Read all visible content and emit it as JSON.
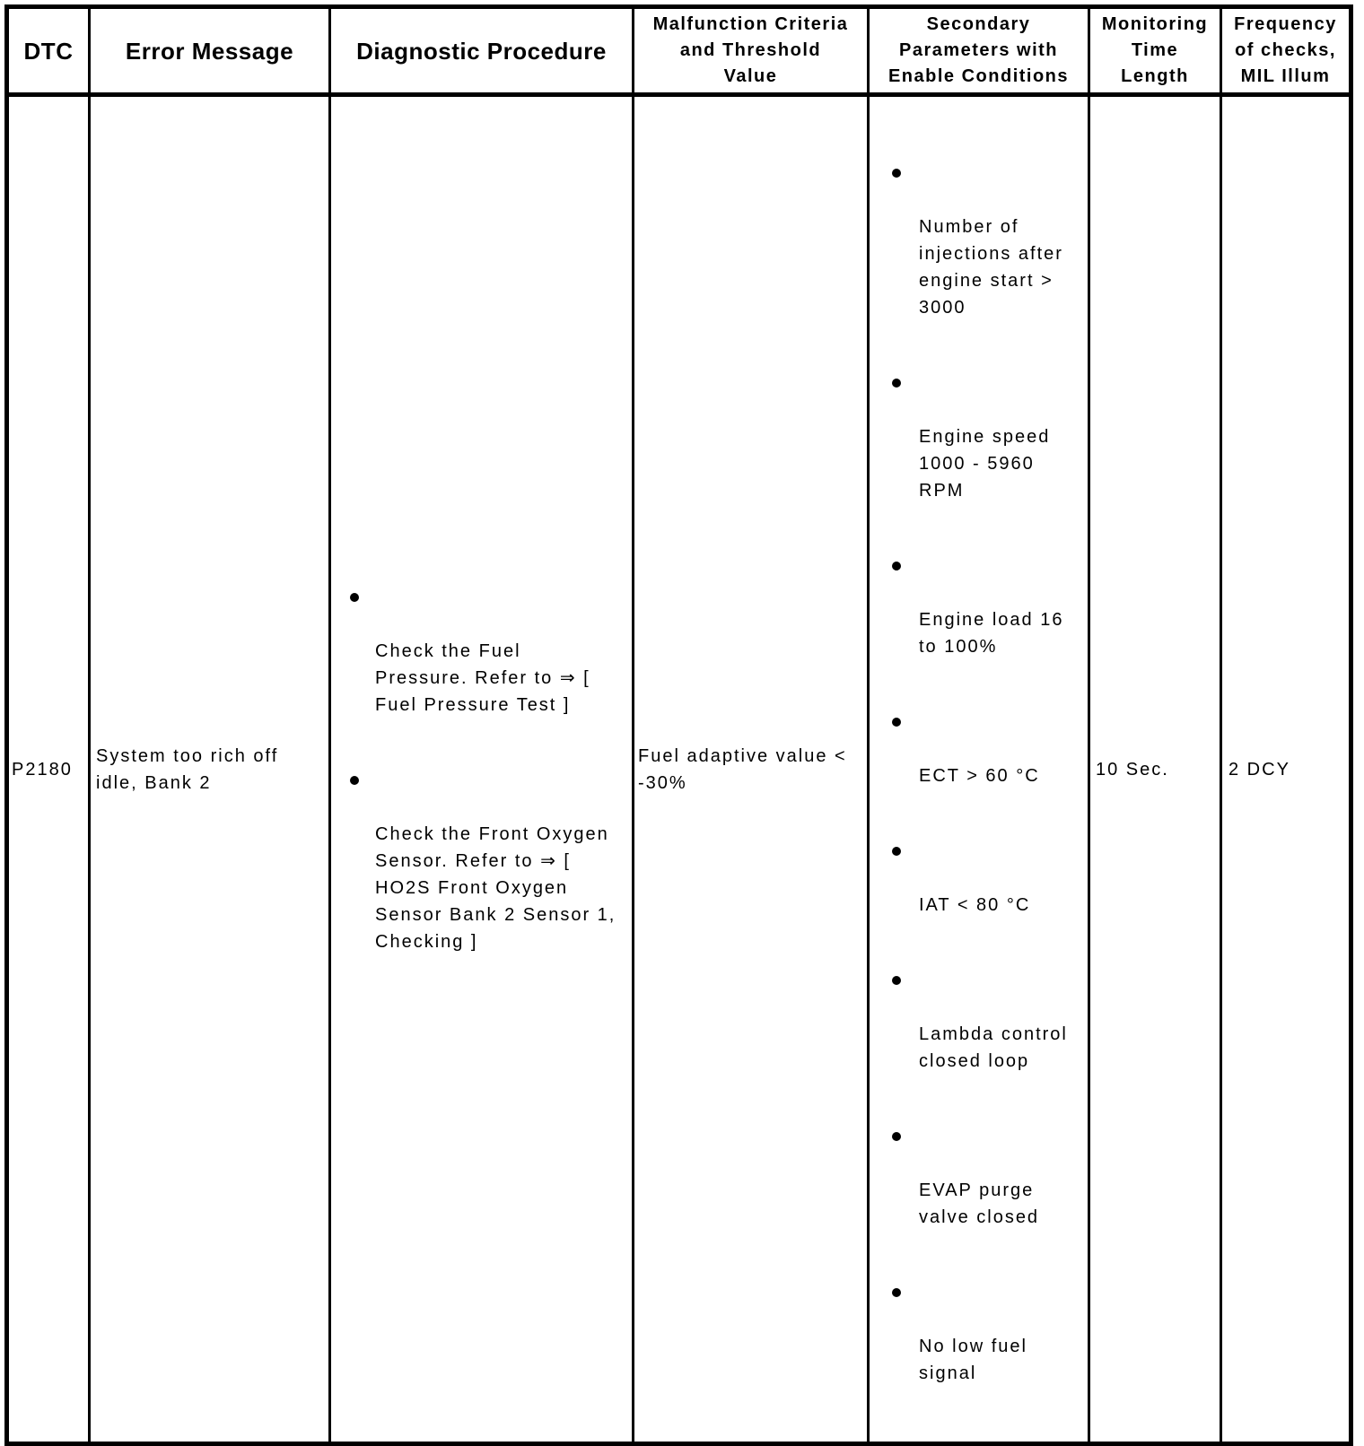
{
  "colors": {
    "background": "#ffffff",
    "border": "#000000",
    "text": "#000000"
  },
  "table": {
    "headers": {
      "dtc": "DTC",
      "error_message": "Error Message",
      "diagnostic_procedure": "Diagnostic Procedure",
      "malfunction_criteria": [
        "Malfunction Criteria",
        "and Threshold",
        "Value"
      ],
      "secondary_parameters": [
        "Secondary",
        "Parameters with",
        "Enable Conditions"
      ],
      "monitoring_time": [
        "Monitoring",
        "Time",
        "Length"
      ],
      "frequency": [
        "Frequency",
        "of checks,",
        "MIL Illum"
      ]
    },
    "row": {
      "dtc": "P2180",
      "error_message": [
        "System too rich off",
        "idle, Bank 2"
      ],
      "diagnostic_procedure": [
        [
          "Check the Fuel",
          "Pressure. Refer to ⇒ [",
          "Fuel Pressure Test ]"
        ],
        [
          "Check the Front Oxygen",
          "Sensor. Refer to ⇒ [",
          "HO2S Front Oxygen",
          "Sensor Bank 2 Sensor 1,",
          "Checking ]"
        ]
      ],
      "malfunction_criteria": [
        "Fuel adaptive value <",
        "-30%"
      ],
      "secondary_parameters": [
        [
          "Number of",
          "injections after",
          "engine start >",
          "3000"
        ],
        [
          "Engine speed",
          "1000 - 5960",
          "RPM"
        ],
        [
          "Engine load 16",
          "to 100%"
        ],
        [
          "ECT > 60 °C"
        ],
        [
          "IAT < 80 °C"
        ],
        [
          "Lambda control",
          "closed loop"
        ],
        [
          "EVAP purge",
          "valve closed"
        ],
        [
          "No low fuel",
          "signal"
        ]
      ],
      "monitoring_time": "10 Sec.",
      "frequency": "2 DCY"
    }
  }
}
